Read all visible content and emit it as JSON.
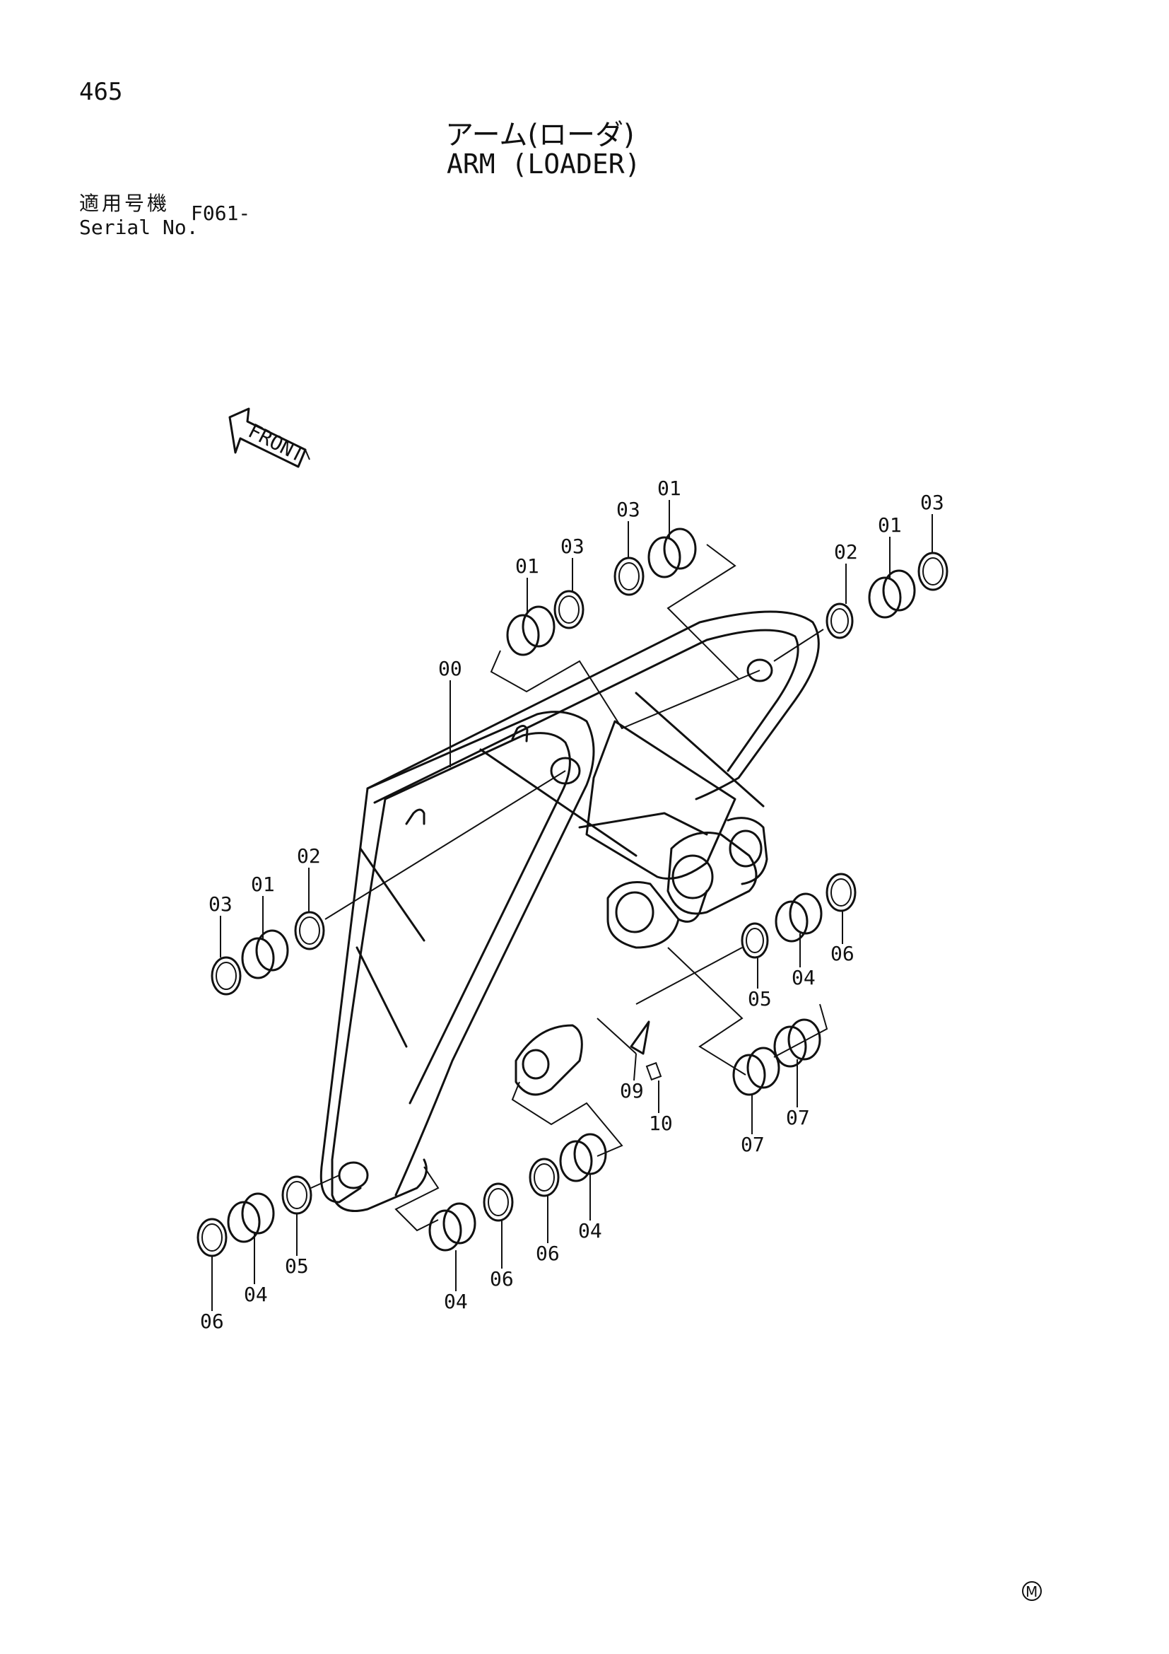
{
  "page": {
    "number": "465",
    "title_ja": "アーム(ローダ)",
    "title_en": "ARM (LOADER)",
    "serial_label_ja": "適用号機",
    "serial_label_en": "Serial No.",
    "serial_value": "F061-",
    "front_label": "FRONT",
    "mark": "M"
  },
  "callouts": [
    "00",
    "01",
    "02",
    "03",
    "04",
    "05",
    "06",
    "07",
    "09",
    "10"
  ],
  "icons": [
    "front-arrow-icon",
    "registered-mark-icon"
  ]
}
